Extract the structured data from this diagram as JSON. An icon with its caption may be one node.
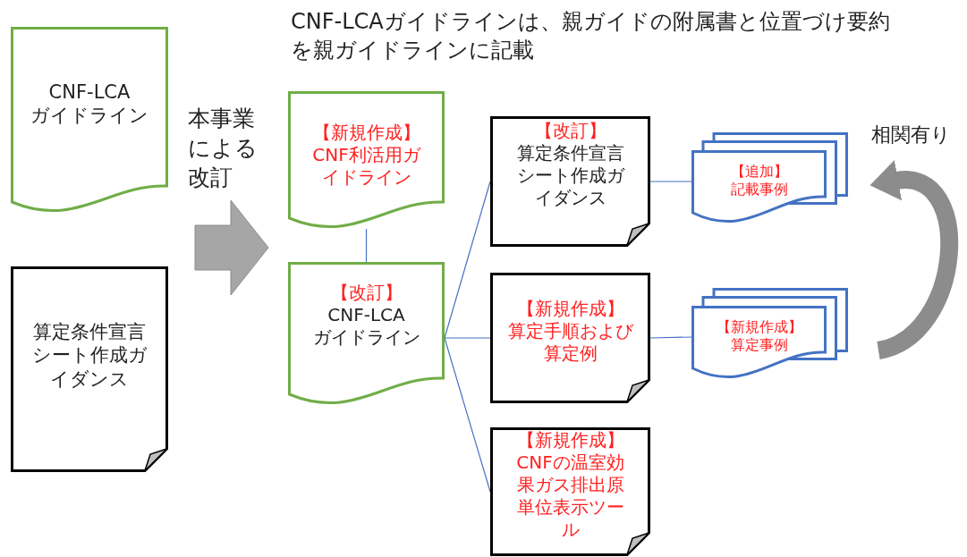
{
  "diagram": {
    "title": "CNF-LCAガイドラインは、親ガイドの附属書と位置づけ要約を親ガイドラインに記載",
    "nodes": [
      {
        "text": [
          "CNF-LCA ガイドライン"
        ]
      },
      {
        "text": [
          "算定条件宣言シート作成ガイダンス"
        ]
      },
      {
        "text": [
          "【新規作成】",
          "CNF利活用ガイドライン"
        ]
      },
      {
        "text": [
          "【改訂】",
          "CNF-LCA ガイドライン"
        ]
      },
      {
        "text": [
          "【改訂】",
          "算定条件宣言シート作成ガイダンス"
        ]
      },
      {
        "text": [
          "【新規作成】",
          "算定手順および算定例"
        ]
      },
      {
        "text": [
          "【新規作成】",
          "CNFの温室効果ガス排出原単位表示ツール"
        ]
      },
      {
        "text": [
          "【追加】",
          "記載事例"
        ]
      },
      {
        "text": [
          "【新規作成】",
          "算定事例"
        ]
      }
    ],
    "edges": [
      {
        "from": 2,
        "to": 3,
        "arrow": "none"
      },
      {
        "from": 3,
        "to": 4,
        "arrow": "none"
      },
      {
        "from": 3,
        "to": 5,
        "arrow": "none"
      },
      {
        "from": 3,
        "to": 6,
        "arrow": "none"
      },
      {
        "from": 4,
        "to": 7,
        "arrow": "none"
      },
      {
        "from": 5,
        "to": 8,
        "arrow": "none"
      },
      {
        "from": 8,
        "to": 7,
        "arrow": "to",
        "label": "相関有り",
        "style": "thick",
        "color": "#8c8c8c"
      }
    ],
    "labels": [
      "本事業による改訂"
    ]
  }
}
